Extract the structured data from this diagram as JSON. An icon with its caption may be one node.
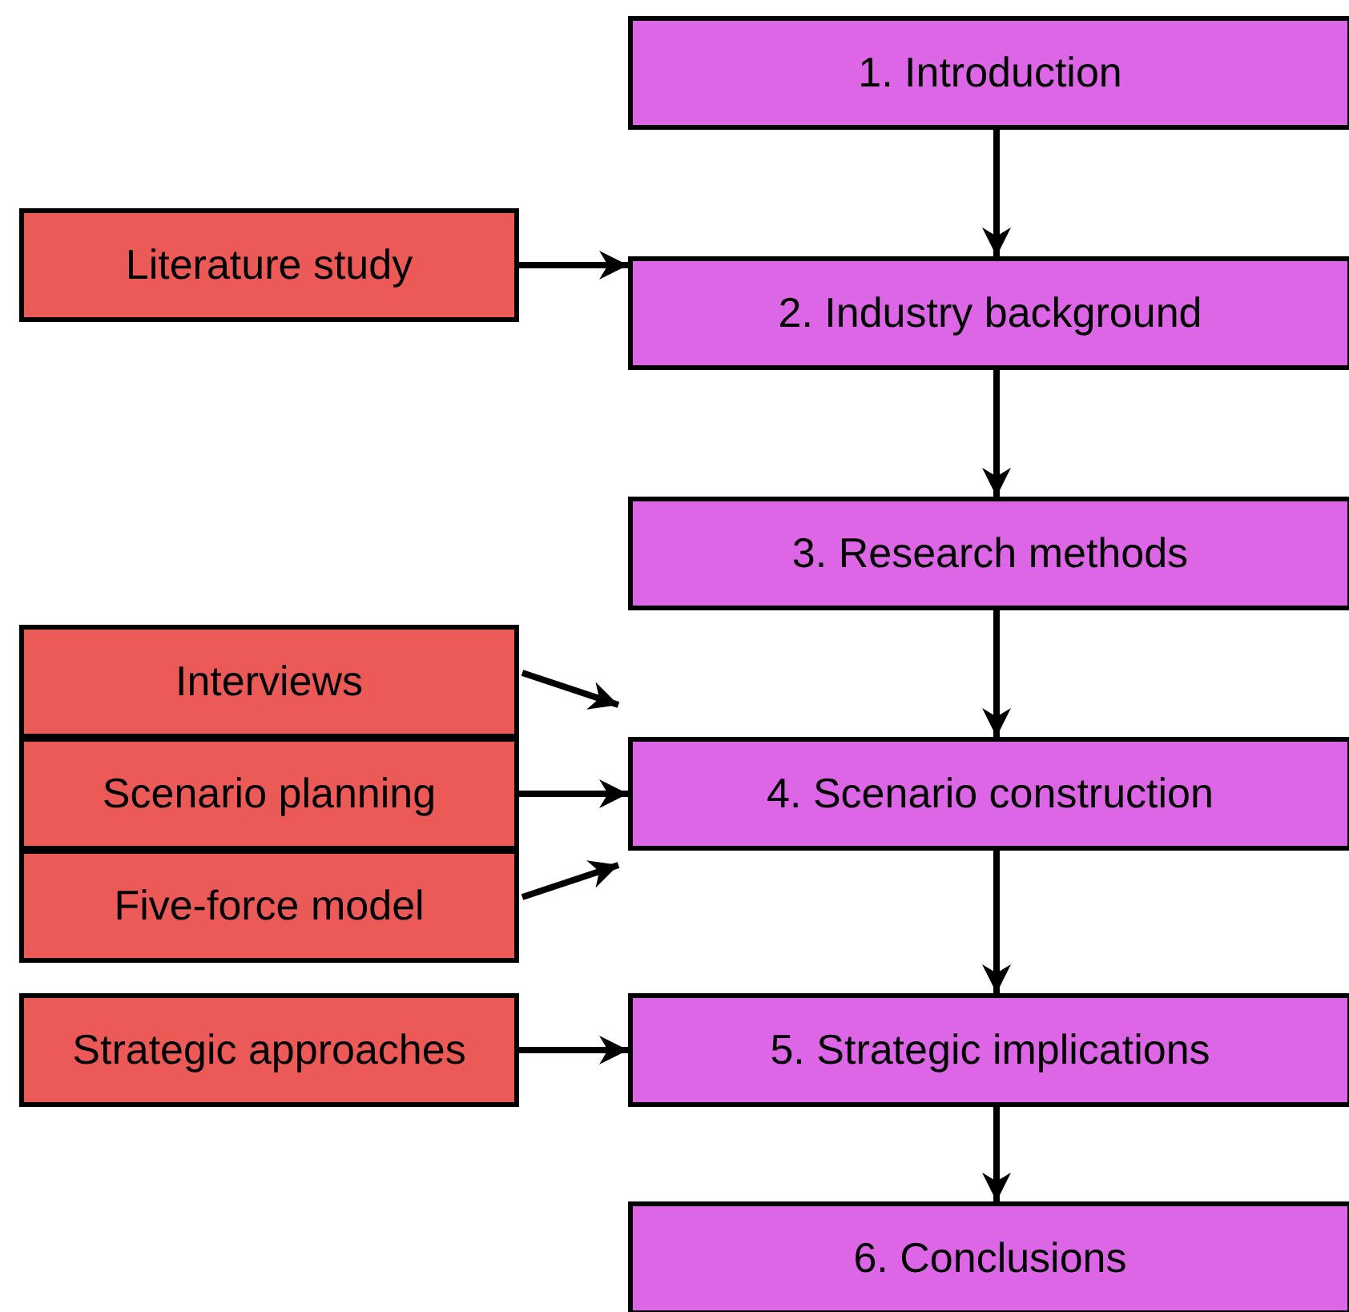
{
  "diagram": {
    "nodes": [
      {
        "text": [
          "1. Introduction"
        ]
      },
      {
        "text": [
          "Literature study"
        ]
      },
      {
        "text": [
          "2. Industry background"
        ]
      },
      {
        "text": [
          "3. Research methods"
        ]
      },
      {
        "text": [
          "Interviews"
        ]
      },
      {
        "text": [
          "Scenario planning"
        ]
      },
      {
        "text": [
          "4. Scenario construction"
        ]
      },
      {
        "text": [
          "Five-force model"
        ]
      },
      {
        "text": [
          "Strategic approaches"
        ]
      },
      {
        "text": [
          "5. Strategic implications"
        ]
      },
      {
        "text": [
          "6. Conclusions"
        ]
      }
    ],
    "edges": [
      {
        "from": 0,
        "to": 2,
        "arrow": "to"
      },
      {
        "from": 1,
        "to": 2,
        "arrow": "to"
      },
      {
        "from": 2,
        "to": 3,
        "arrow": "to"
      },
      {
        "from": 3,
        "to": 6,
        "arrow": "to"
      },
      {
        "from": 4,
        "to": 6,
        "arrow": "to"
      },
      {
        "from": 5,
        "to": 6,
        "arrow": "to"
      },
      {
        "from": 7,
        "to": 6,
        "arrow": "to"
      },
      {
        "from": 6,
        "to": 9,
        "arrow": "to"
      },
      {
        "from": 8,
        "to": 9,
        "arrow": "to"
      },
      {
        "from": 9,
        "to": 10,
        "arrow": "to"
      }
    ]
  }
}
